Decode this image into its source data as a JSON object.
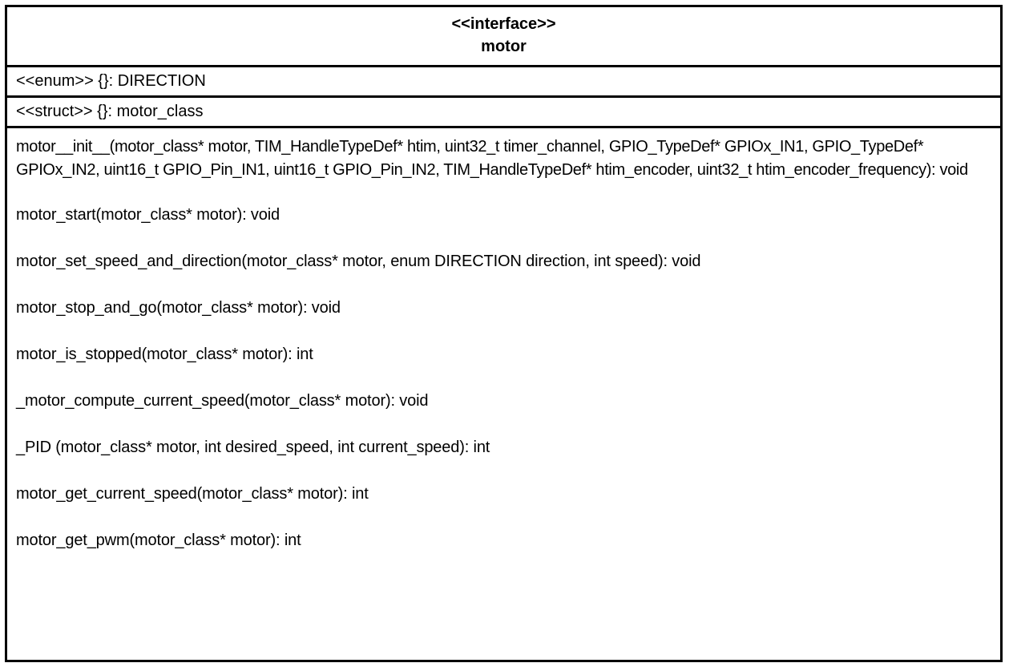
{
  "diagram": {
    "type": "uml-class-diagram",
    "header": {
      "stereotype": "<<interface>>",
      "name": "motor"
    },
    "type_members": [
      "<<enum>> {}: DIRECTION",
      "<<struct>> {}: motor_class"
    ],
    "operations": [
      "motor__init__(motor_class* motor, TIM_HandleTypeDef* htim, uint32_t timer_channel, GPIO_TypeDef* GPIOx_IN1, GPIO_TypeDef* GPIOx_IN2, uint16_t GPIO_Pin_IN1, uint16_t GPIO_Pin_IN2, TIM_HandleTypeDef* htim_encoder, uint32_t htim_encoder_frequency): void",
      "motor_start(motor_class* motor): void",
      "motor_set_speed_and_direction(motor_class* motor, enum DIRECTION direction, int speed): void",
      "motor_stop_and_go(motor_class* motor): void",
      "motor_is_stopped(motor_class* motor): int",
      "_motor_compute_current_speed(motor_class* motor): void",
      "_PID (motor_class* motor, int desired_speed, int current_speed): int",
      "motor_get_current_speed(motor_class* motor): int",
      "motor_get_pwm(motor_class* motor): int"
    ]
  },
  "colors": {
    "border": "#000000",
    "background": "#ffffff",
    "text": "#000000"
  }
}
